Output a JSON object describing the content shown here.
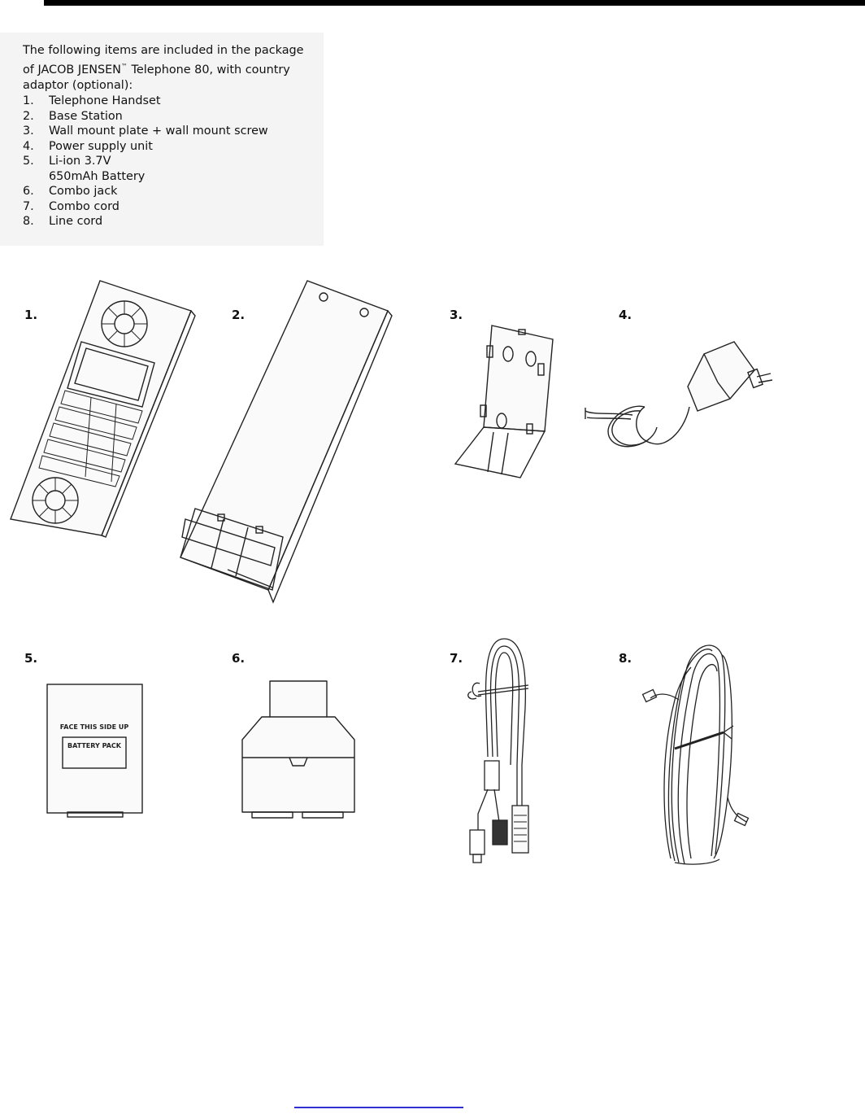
{
  "intro": {
    "line1": "The following items are included in the package",
    "line2_pre": "of",
    "brand": "JACOB JENSEN",
    "tm": "™",
    "line2_post": " Telephone 80, with country",
    "line3": "adaptor (optional):"
  },
  "items": [
    {
      "num": "1.",
      "label": "Telephone Handset"
    },
    {
      "num": "2.",
      "label": "Base Station"
    },
    {
      "num": "3.",
      "label": "Wall mount plate + wall mount screw"
    },
    {
      "num": "4.",
      "label": "Power supply unit"
    },
    {
      "num": "5.",
      "label": "Li-ion 3.7V",
      "label2": "650mAh Battery"
    },
    {
      "num": "6.",
      "label": "Combo jack"
    },
    {
      "num": "7.",
      "label": "Combo cord"
    },
    {
      "num": "8.",
      "label": "Line cord"
    }
  ],
  "figures": {
    "battery_text1": "FACE THIS SIDE UP",
    "battery_text2": "BATTERY PACK"
  }
}
